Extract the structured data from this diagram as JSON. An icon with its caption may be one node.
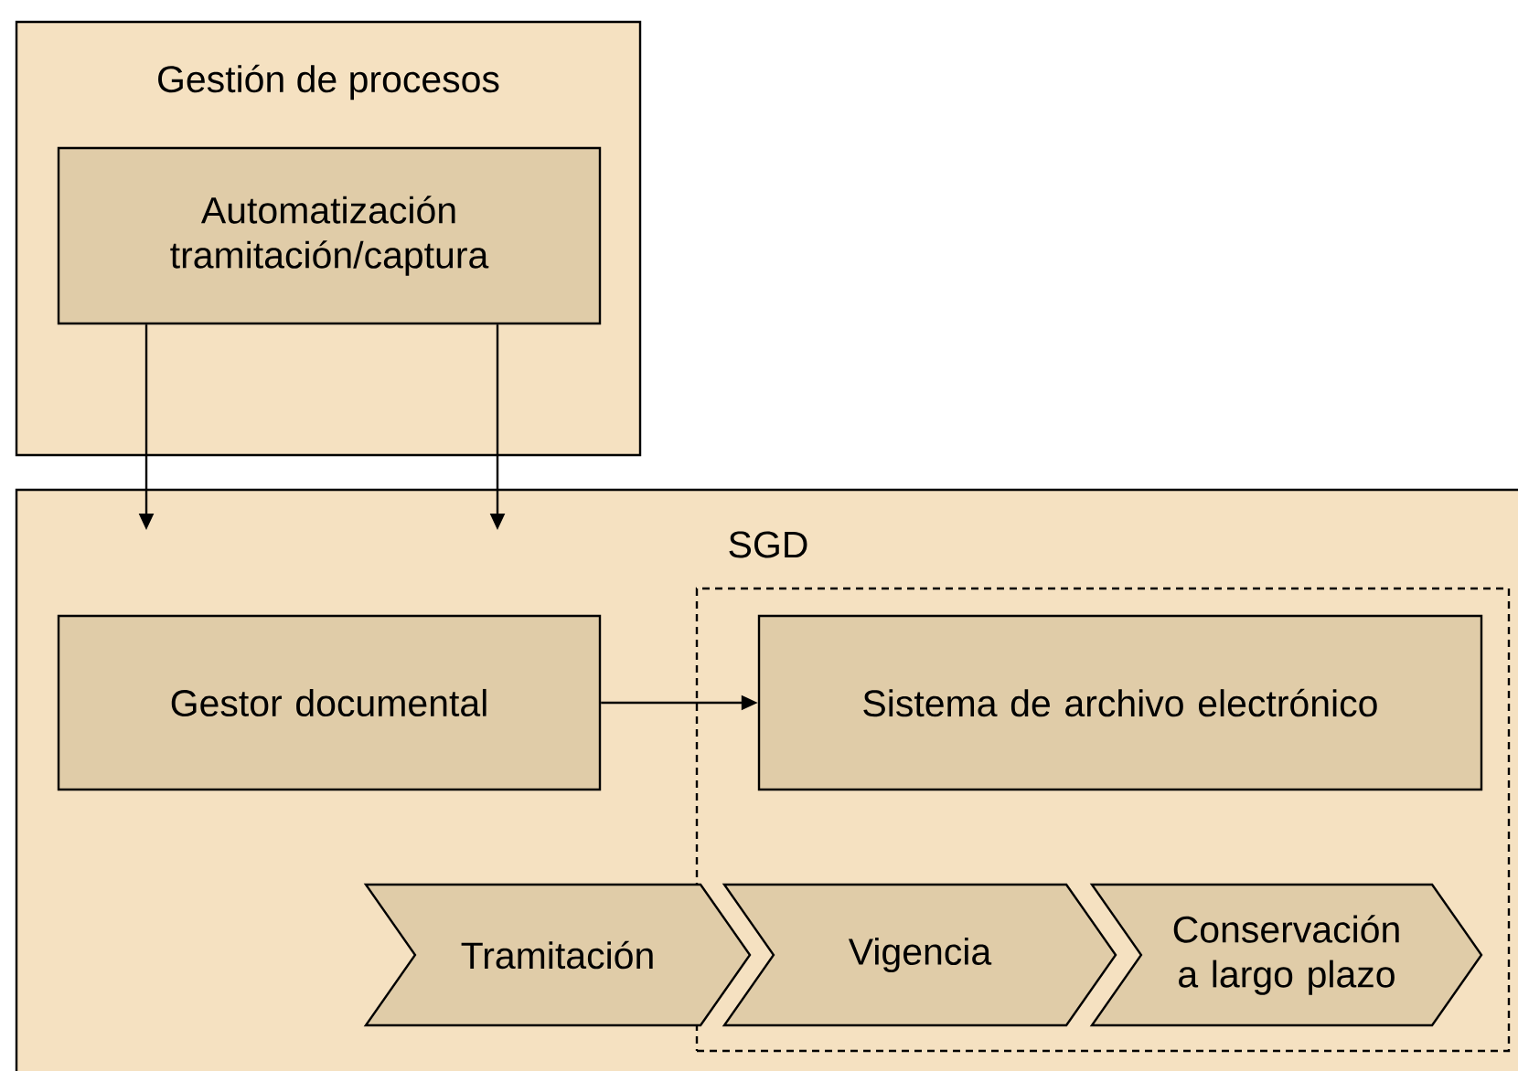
{
  "diagram": {
    "nodes": [
      {
        "text": [
          "Gestión de procesos"
        ]
      },
      {
        "text": [
          "Automatización tramitación/captura"
        ],
        "in": 0
      },
      {
        "text": [
          "SGD"
        ]
      },
      {
        "text": [],
        "shape": "box",
        "in": 2
      },
      {
        "text": [
          "Gestor documental"
        ],
        "in": 2
      },
      {
        "text": [
          "Sistema de archivo electrónico"
        ],
        "in": 3
      },
      {
        "text": [
          "Tramitación"
        ],
        "in": 2
      },
      {
        "text": [
          "Vigencia"
        ],
        "in": 3
      },
      {
        "text": [
          "Conservación a largo plazo"
        ],
        "in": 3
      }
    ],
    "edges": [
      {
        "from": 1,
        "to": 2,
        "arrow": "to"
      },
      {
        "from": 1,
        "to": 2,
        "arrow": "to"
      },
      {
        "from": 4,
        "to": 5,
        "arrow": "to"
      }
    ]
  }
}
